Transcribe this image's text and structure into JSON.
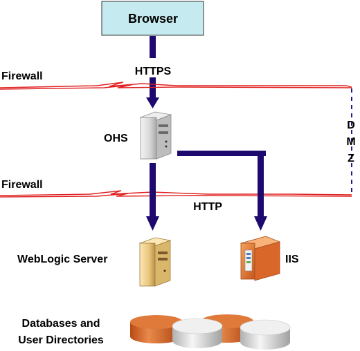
{
  "browser": {
    "label": "Browser"
  },
  "protocols": {
    "https": "HTTPS",
    "http": "HTTP"
  },
  "firewalls": [
    {
      "label": "Firewall"
    },
    {
      "label": "Firewall"
    }
  ],
  "dmz": {
    "letters": [
      "D",
      "M",
      "Z"
    ]
  },
  "nodes": {
    "ohs": {
      "label": "OHS"
    },
    "weblogic": {
      "label": "WebLogic Server"
    },
    "iis": {
      "label": "IIS"
    }
  },
  "storage": {
    "label_line1": "Databases and",
    "label_line2": "User Directories"
  },
  "colors": {
    "browser_fill": "#c5eaf0",
    "arrow": "#1e0a6e",
    "firewall": "#e02020",
    "dmz_line": "#2a1a8a",
    "db_orange": "#d96a2a",
    "db_white": "#e8e8e8"
  }
}
